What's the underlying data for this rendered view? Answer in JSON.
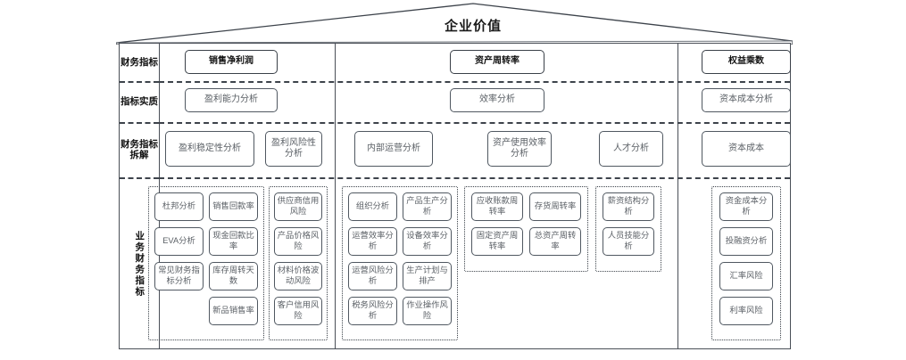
{
  "title": "企业价值",
  "colors": {
    "frame_stroke": "#4a4f57",
    "node_stroke": "#505861",
    "node_text": "#5b6066",
    "strong_text": "#111111",
    "background": "#ffffff"
  },
  "row_labels": [
    {
      "key": "row1",
      "text": "财务指标"
    },
    {
      "key": "row2",
      "text": "指标实质"
    },
    {
      "key": "row3",
      "text": "财务指标拆解"
    },
    {
      "key": "row4",
      "text": "业务财务指标"
    }
  ],
  "row1": {
    "left": "销售净利润",
    "middle": "资产周转率",
    "right": "权益乘数"
  },
  "row2": {
    "left": "盈利能力分析",
    "middle": "效率分析",
    "right": "资本成本分析"
  },
  "row3": {
    "left_a": "盈利稳定性分析",
    "left_b": "盈利风险性分析",
    "mid_a": "内部运营分析",
    "mid_b": "资产使用效率分析",
    "mid_c": "人才分析",
    "right_a": "资本成本"
  },
  "row4": {
    "groups": [
      {
        "name": "profit-group",
        "columns": [
          {
            "items": [
              "杜邦分析",
              "EVA分析",
              "常见财务指标分析"
            ]
          },
          {
            "items": [
              "销售回款率",
              "现金回款比率",
              "库存周转天数",
              "新品销售率"
            ]
          }
        ]
      },
      {
        "name": "risk-group",
        "columns": [
          {
            "items": [
              "供应商信用风险",
              "产品价格风险",
              "材料价格波动风险",
              "客户信用风险"
            ]
          }
        ]
      },
      {
        "name": "operation-group",
        "columns": [
          {
            "items": [
              "组织分析",
              "运营效率分析",
              "运营风险分析",
              "税务风险分析"
            ]
          },
          {
            "items": [
              "产品生产分析",
              "设备效率分析",
              "生产计划与排产",
              "作业操作风险"
            ]
          }
        ]
      },
      {
        "name": "asset-turnover-group",
        "columns": [
          {
            "items": [
              "应收账款周转率",
              "固定资产周转率"
            ]
          },
          {
            "items": [
              "存货周转率",
              "总资产周转率"
            ]
          }
        ]
      },
      {
        "name": "talent-group",
        "columns": [
          {
            "items": [
              "薪资结构分析",
              "人员技能分析"
            ]
          }
        ]
      },
      {
        "name": "capital-group",
        "columns": [
          {
            "items": [
              "资金成本分析",
              "投融资分析",
              "汇率风险",
              "利率风险"
            ]
          }
        ]
      }
    ]
  }
}
